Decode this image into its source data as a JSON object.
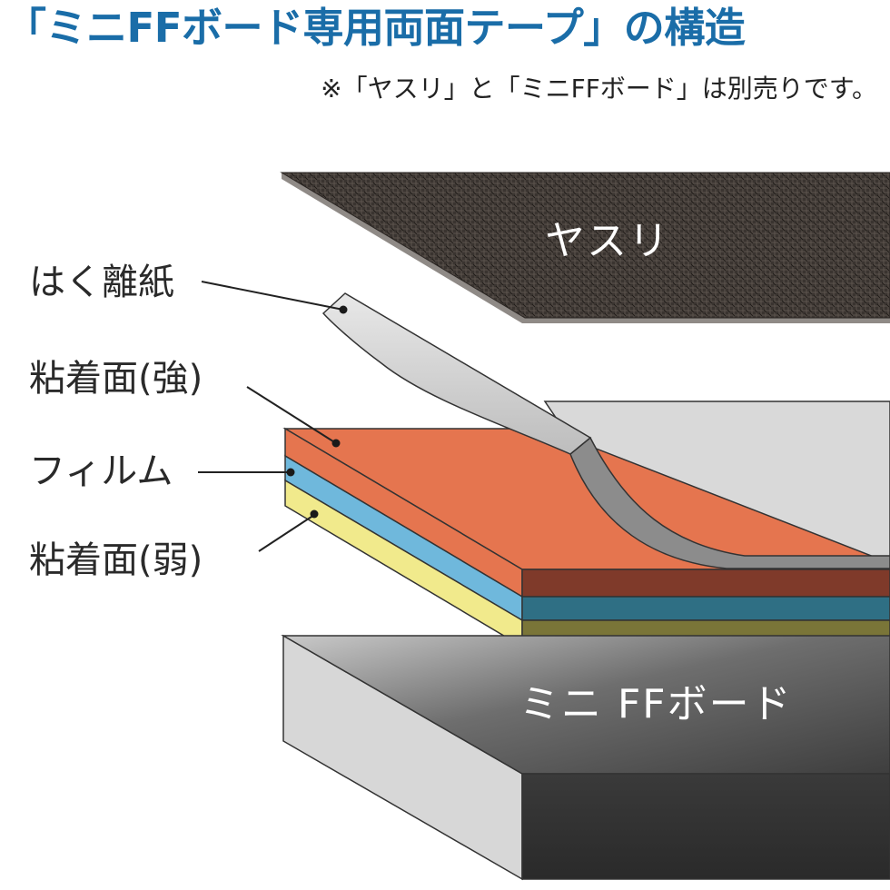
{
  "title": "「ミニFFボード専用両面テープ」の構造",
  "note": "※「ヤスリ」と「ミニFFボード」は別売りです。",
  "layers": {
    "sandpaper": "ヤスリ",
    "board": "ミニ FFボード"
  },
  "callouts": {
    "release_paper": "はく離紙",
    "adhesive_strong": "粘着面(強)",
    "film": "フィルム",
    "adhesive_weak": "粘着面(弱)"
  },
  "colors": {
    "title": "#1a6da8",
    "sandpaper": "#3a3430",
    "release_paper": "#dcdcdc",
    "adhesive_strong": "#e5754f",
    "film": "#6fb8dc",
    "adhesive_weak": "#f1ea8c",
    "board": "#5a5a5a"
  }
}
